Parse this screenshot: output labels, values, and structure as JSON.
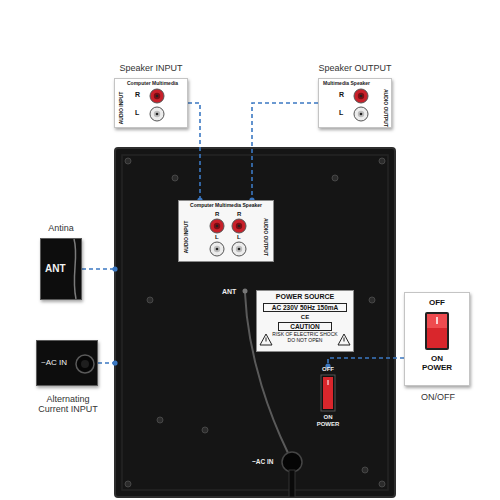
{
  "diagram": {
    "nodes": [
      {
        "text": [
          "Speaker INPUT",
          "Computer Multimedia",
          "R",
          "L",
          "AUDIO INPUT"
        ]
      },
      {
        "text": [
          "Speaker OUTPUT",
          "Multimedia Speaker",
          "R",
          "L",
          "AUDIO OUTPUT"
        ]
      },
      {
        "text": [
          "ANT",
          "~AC IN"
        ]
      },
      {
        "text": [
          "Computer Multimedia Speaker",
          "R",
          "R",
          "L",
          "L",
          "AUDIO INPUT",
          "AUDIO OUTPUT"
        ],
        "in": 2
      },
      {
        "text": [
          "Antina",
          "ANT"
        ]
      },
      {
        "text": [
          "POWER SOURCE",
          "AC 230V 50Hz 150mA",
          "CE",
          "CAUTION",
          "RISK OF ELECTRIC SHOCK DO NOT OPEN"
        ],
        "in": 2
      },
      {
        "text": [
          "~AC IN",
          "Alternating Current INPUT"
        ]
      },
      {
        "text": [
          "OFF",
          "ON POWER",
          "ON/OFF"
        ]
      },
      {
        "text": [
          "OFF",
          "ON POWER"
        ],
        "in": 2
      }
    ],
    "edges": [
      {
        "from": 0,
        "to": 3,
        "arrow": "none"
      },
      {
        "from": 1,
        "to": 3,
        "arrow": "none"
      },
      {
        "from": 4,
        "to": 2,
        "arrow": "none"
      },
      {
        "from": 6,
        "to": 2,
        "arrow": "none"
      },
      {
        "from": 7,
        "to": 8,
        "arrow": "none"
      }
    ]
  }
}
